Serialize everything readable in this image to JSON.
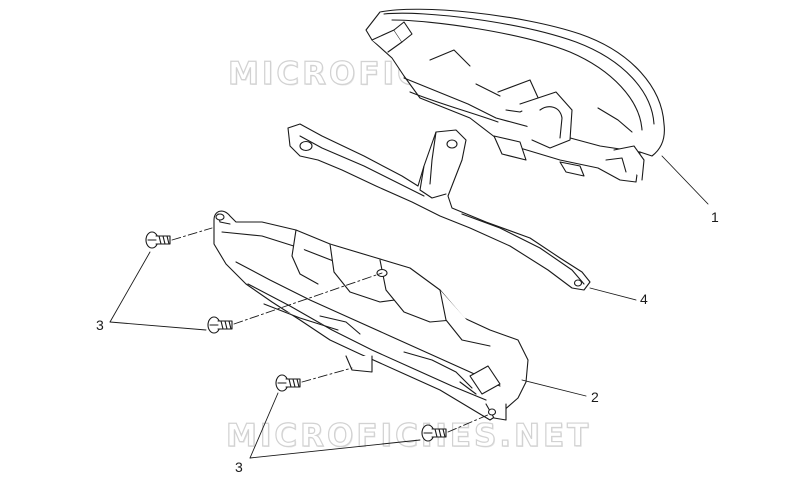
{
  "watermark": {
    "upper": "MICROFICHES.NET",
    "lower": "MICROFICHES.NET"
  },
  "callouts": {
    "dashboard": "1",
    "bracket": "4",
    "cover": "2",
    "screws_left": "3",
    "screws_bottom": "3"
  },
  "colors": {
    "line": "#1a1a1a",
    "watermark_outline": "#d2d2d2",
    "background": "#ffffff"
  }
}
